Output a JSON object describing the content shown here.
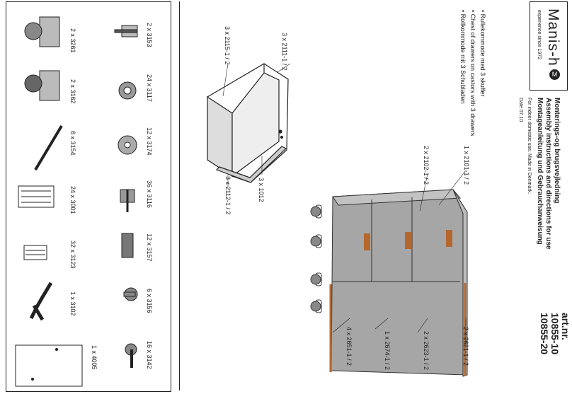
{
  "brand": {
    "name": "Manis-h",
    "tagline": "experience since 1972",
    "mark": "M"
  },
  "art": {
    "line1": "art.nr.",
    "line2": "10855-10",
    "line3": "10855-20"
  },
  "headings": [
    "Monterings-og brugsvejledning",
    "Assembly instructions and directions for use",
    "Montageanleitung und Gebrauchanweisung"
  ],
  "notes": [
    "For indoor domestic use. Made in Denmark.",
    "Date 07.10"
  ],
  "product": [
    "• Rullekommode med 3 skuffer",
    "• Chest of drawers on castors with 3 drawers",
    "• Rollkommode mit 3 Schubladen"
  ],
  "labels": {
    "a": "1 x 2101-1 / 2",
    "b": "2 x 2102-1 / 2",
    "c": "3 x 2111-1 / 2",
    "d": "3 x 2115-1 / 2",
    "e": "3 x 1012",
    "f": "3 x 2112-1 / 2",
    "g": "2 x 2621-1 / 2",
    "h": "2 x 2623-1 / 2",
    "i": "1 x 2674-1 / 2",
    "j": "4 x 2651-1 / 2"
  },
  "parts": [
    {
      "qty": "2 x 3153",
      "icon": "bracket-screw-icon"
    },
    {
      "qty": "24 x 3117",
      "icon": "cam-lock-icon"
    },
    {
      "qty": "12 x 3174",
      "icon": "cam-fitting-icon"
    },
    {
      "qty": "36 x 3116",
      "icon": "connector-bolt-icon"
    },
    {
      "qty": "12 x 3157",
      "icon": "plastic-dowel-icon"
    },
    {
      "qty": "6 x 3156",
      "icon": "short-screw-icon"
    },
    {
      "qty": "16 x 3142",
      "icon": "wood-screw-icon"
    },
    {
      "qty": "2 x 3261",
      "icon": "castor-icon"
    },
    {
      "qty": "2 x 3162",
      "icon": "castor-brake-icon"
    },
    {
      "qty": "6 x 3154",
      "icon": "drawer-runner-icon"
    },
    {
      "qty": "24 x 3001",
      "icon": "slide-rail-icon"
    },
    {
      "qty": "32 x 3123",
      "icon": "rail-strip-icon"
    },
    {
      "qty": "1 x 3102",
      "icon": "allen-key-icon"
    },
    {
      "qty": "1 x 4005",
      "icon": "template-sheet-icon"
    }
  ],
  "colors": {
    "body": "#9e9e9e",
    "edge": "#b5682e",
    "line": "#222222"
  }
}
